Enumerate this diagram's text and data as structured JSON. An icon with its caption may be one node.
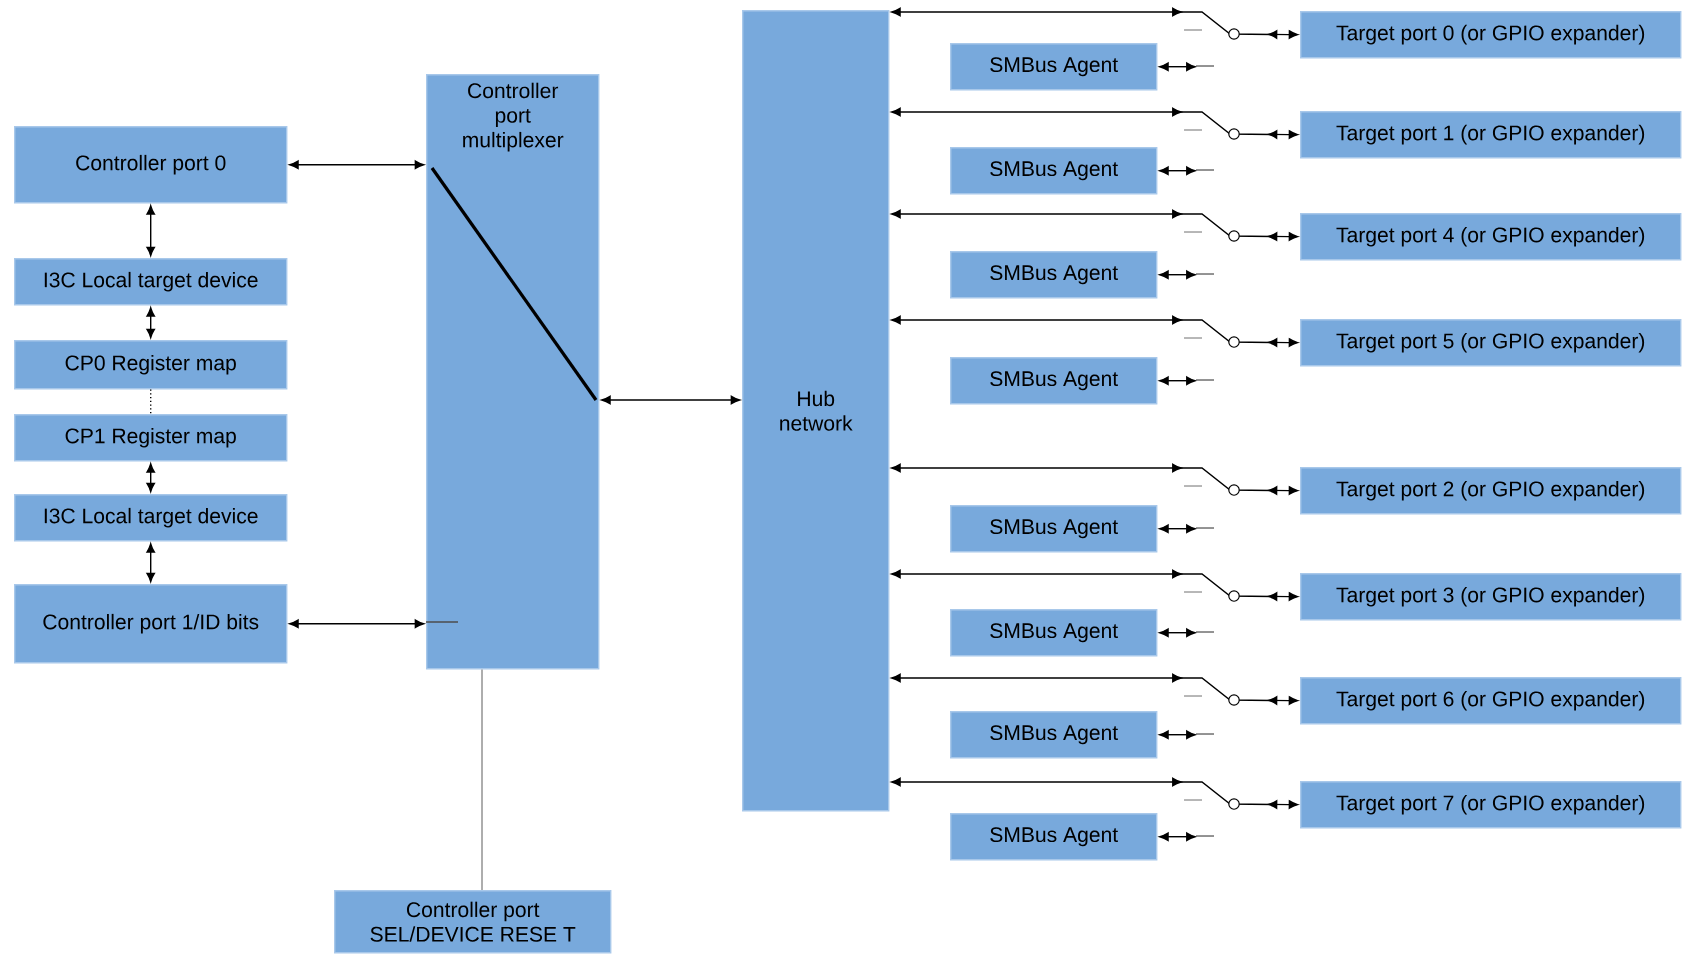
{
  "diagram": {
    "nodes": [
      {
        "text": [
          "Controller port 0"
        ]
      },
      {
        "text": [
          "I3C Local target device"
        ]
      },
      {
        "text": [
          "CP0 Register map"
        ]
      },
      {
        "text": [
          "CP1 Register map"
        ]
      },
      {
        "text": [
          "I3C Local target device"
        ]
      },
      {
        "text": [
          "Controller port 1/ID bits"
        ]
      },
      {
        "text": [
          "Controller port multiplexer"
        ]
      },
      {
        "text": [
          "Hub network"
        ]
      },
      {
        "text": [
          "Controller port SEL/DEVICE RESE T"
        ]
      },
      {
        "text": [
          "Target port 0 (or GPIO expander)"
        ]
      },
      {
        "text": [
          "SMBus Agent"
        ]
      },
      {
        "text": [
          "Target port 1 (or GPIO expander)"
        ]
      },
      {
        "text": [
          "SMBus Agent"
        ]
      },
      {
        "text": [
          "Target port 4 (or GPIO expander)"
        ]
      },
      {
        "text": [
          "SMBus Agent"
        ]
      },
      {
        "text": [
          "Target port 5 (or GPIO expander)"
        ]
      },
      {
        "text": [
          "SMBus Agent"
        ]
      },
      {
        "text": [
          "Target port 2 (or GPIO expander)"
        ]
      },
      {
        "text": [
          "SMBus Agent"
        ]
      },
      {
        "text": [
          "Target port 3 (or GPIO expander)"
        ]
      },
      {
        "text": [
          "SMBus Agent"
        ]
      },
      {
        "text": [
          "Target port 6 (or GPIO expander)"
        ]
      },
      {
        "text": [
          "SMBus Agent"
        ]
      },
      {
        "text": [
          "Target port 7 (or GPIO expander)"
        ]
      },
      {
        "text": [
          "SMBus Agent"
        ]
      }
    ],
    "edges": [
      {
        "from": 0,
        "to": 6,
        "arrow": "both"
      },
      {
        "from": 0,
        "to": 1,
        "arrow": "both"
      },
      {
        "from": 1,
        "to": 2,
        "arrow": "both"
      },
      {
        "from": 2,
        "to": 3,
        "arrow": "none",
        "style": "dashed"
      },
      {
        "from": 3,
        "to": 4,
        "arrow": "both"
      },
      {
        "from": 4,
        "to": 5,
        "arrow": "both"
      },
      {
        "from": 5,
        "to": 6,
        "arrow": "both"
      },
      {
        "from": 6,
        "to": 7,
        "arrow": "both"
      },
      {
        "from": 6,
        "to": 8,
        "arrow": "none",
        "color": "#8c8c8c"
      },
      {
        "from": 7,
        "to": 9,
        "arrow": "both"
      },
      {
        "from": 10,
        "to": null,
        "arrow": "both"
      },
      {
        "from": 7,
        "to": 11,
        "arrow": "both"
      },
      {
        "from": 12,
        "to": null,
        "arrow": "both"
      },
      {
        "from": 7,
        "to": 13,
        "arrow": "both"
      },
      {
        "from": 14,
        "to": null,
        "arrow": "both"
      },
      {
        "from": 7,
        "to": 15,
        "arrow": "both"
      },
      {
        "from": 16,
        "to": null,
        "arrow": "both"
      },
      {
        "from": 7,
        "to": 17,
        "arrow": "both"
      },
      {
        "from": 18,
        "to": null,
        "arrow": "both"
      },
      {
        "from": 7,
        "to": 19,
        "arrow": "both"
      },
      {
        "from": 20,
        "to": null,
        "arrow": "both"
      },
      {
        "from": 7,
        "to": 21,
        "arrow": "both"
      },
      {
        "from": 22,
        "to": null,
        "arrow": "both"
      },
      {
        "from": 7,
        "to": 23,
        "arrow": "both"
      },
      {
        "from": 24,
        "to": null,
        "arrow": "both"
      }
    ]
  }
}
